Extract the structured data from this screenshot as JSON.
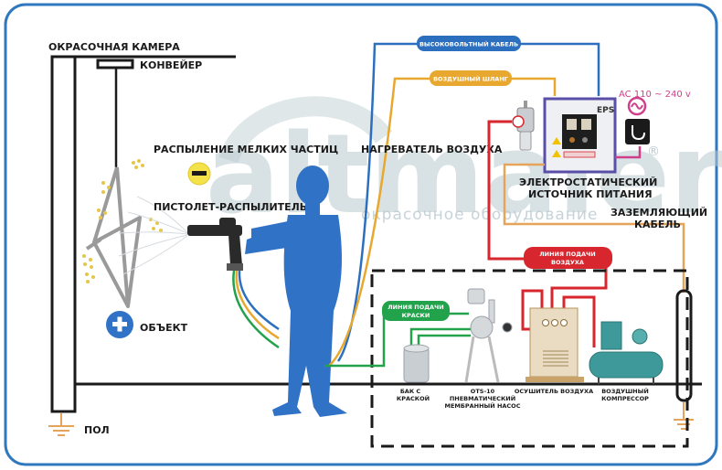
{
  "diagram": {
    "title": "Electrostatic spray painting system",
    "labels": {
      "booth": "ОКРАСОЧНАЯ КАМЕРА",
      "conveyor": "КОНВЕЙЕР",
      "fine_spray": "РАСПЫЛЕНИЕ МЕЛКИХ ЧАСТИЦ",
      "spray_gun": "ПИСТОЛЕТ-РАСПЫЛИТЕЛЬ",
      "object": "ОБЪЕКТ",
      "floor": "ПОЛ",
      "air_heater": "НАГРЕВАТЕЛЬ ВОЗДУХА",
      "eps_line1": "ЭЛЕКТРОСТАТИЧЕСКИЙ",
      "eps_line2": "ИСТОЧНИК ПИТАНИЯ",
      "ground_cable_line1": "ЗАЗЕМЛЯЮЩИЙ",
      "ground_cable_line2": "КАБЕЛЬ",
      "ac_power": "AC 110 ~ 240 v",
      "eps_badge": "EPS"
    },
    "pills": {
      "hv_cable": "ВЫСОКОВОЛЬТНЫЙ КАБЕЛЬ",
      "air_hose": "ВОЗДУШНЫЙ ШЛАНГ",
      "air_line_1": "ЛИНИЯ ПОДАЧИ",
      "air_line_2": "ВОЗДУХА",
      "paint_line_1": "ЛИНИЯ ПОДАЧИ",
      "paint_line_2": "КРАСКИ"
    },
    "equipment": {
      "tank_1": "БАК С",
      "tank_2": "КРАСКОЙ",
      "pump_1": "OTS-10",
      "pump_2": "ПНЕВМАТИЧЕСКИЙ",
      "pump_3": "МЕМБРАННЫЙ НАСОС",
      "dryer": "ОСУШИТЕЛЬ ВОЗДУХА",
      "compressor_1": "ВОЗДУШНЫЙ",
      "compressor_2": "КОМПРЕССОР"
    },
    "charges": {
      "negative": "−",
      "positive": "+"
    },
    "watermark": {
      "brand": "altmaler",
      "tagline": "окрасочное оборудование",
      "registered": "®"
    },
    "colors": {
      "frame": "#2f78c0",
      "hv_cable": "#2d6fbf",
      "air_hose": "#e8a830",
      "air_line": "#d8262e",
      "paint_line": "#22a24a",
      "ground": "#e6a35a",
      "power": "#d0408a",
      "worker": "#2f72c6"
    }
  }
}
